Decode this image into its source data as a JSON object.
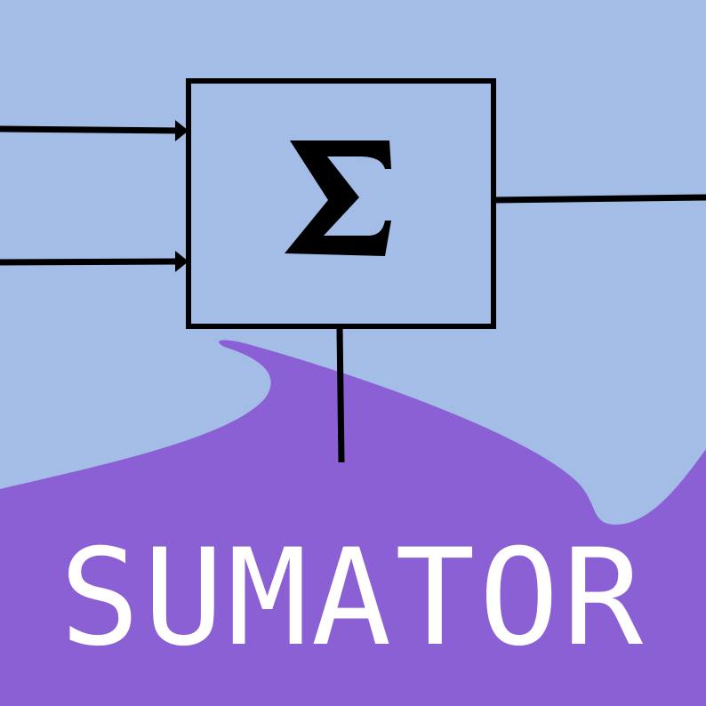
{
  "colors": {
    "background": "#a3bde6",
    "accent_wave": "#8c60d5",
    "line": "#000000",
    "title_text": "#ffffff"
  },
  "block": {
    "symbol": "Σ",
    "symbol_name": "sigma-summation"
  },
  "title": "SUMATOR"
}
